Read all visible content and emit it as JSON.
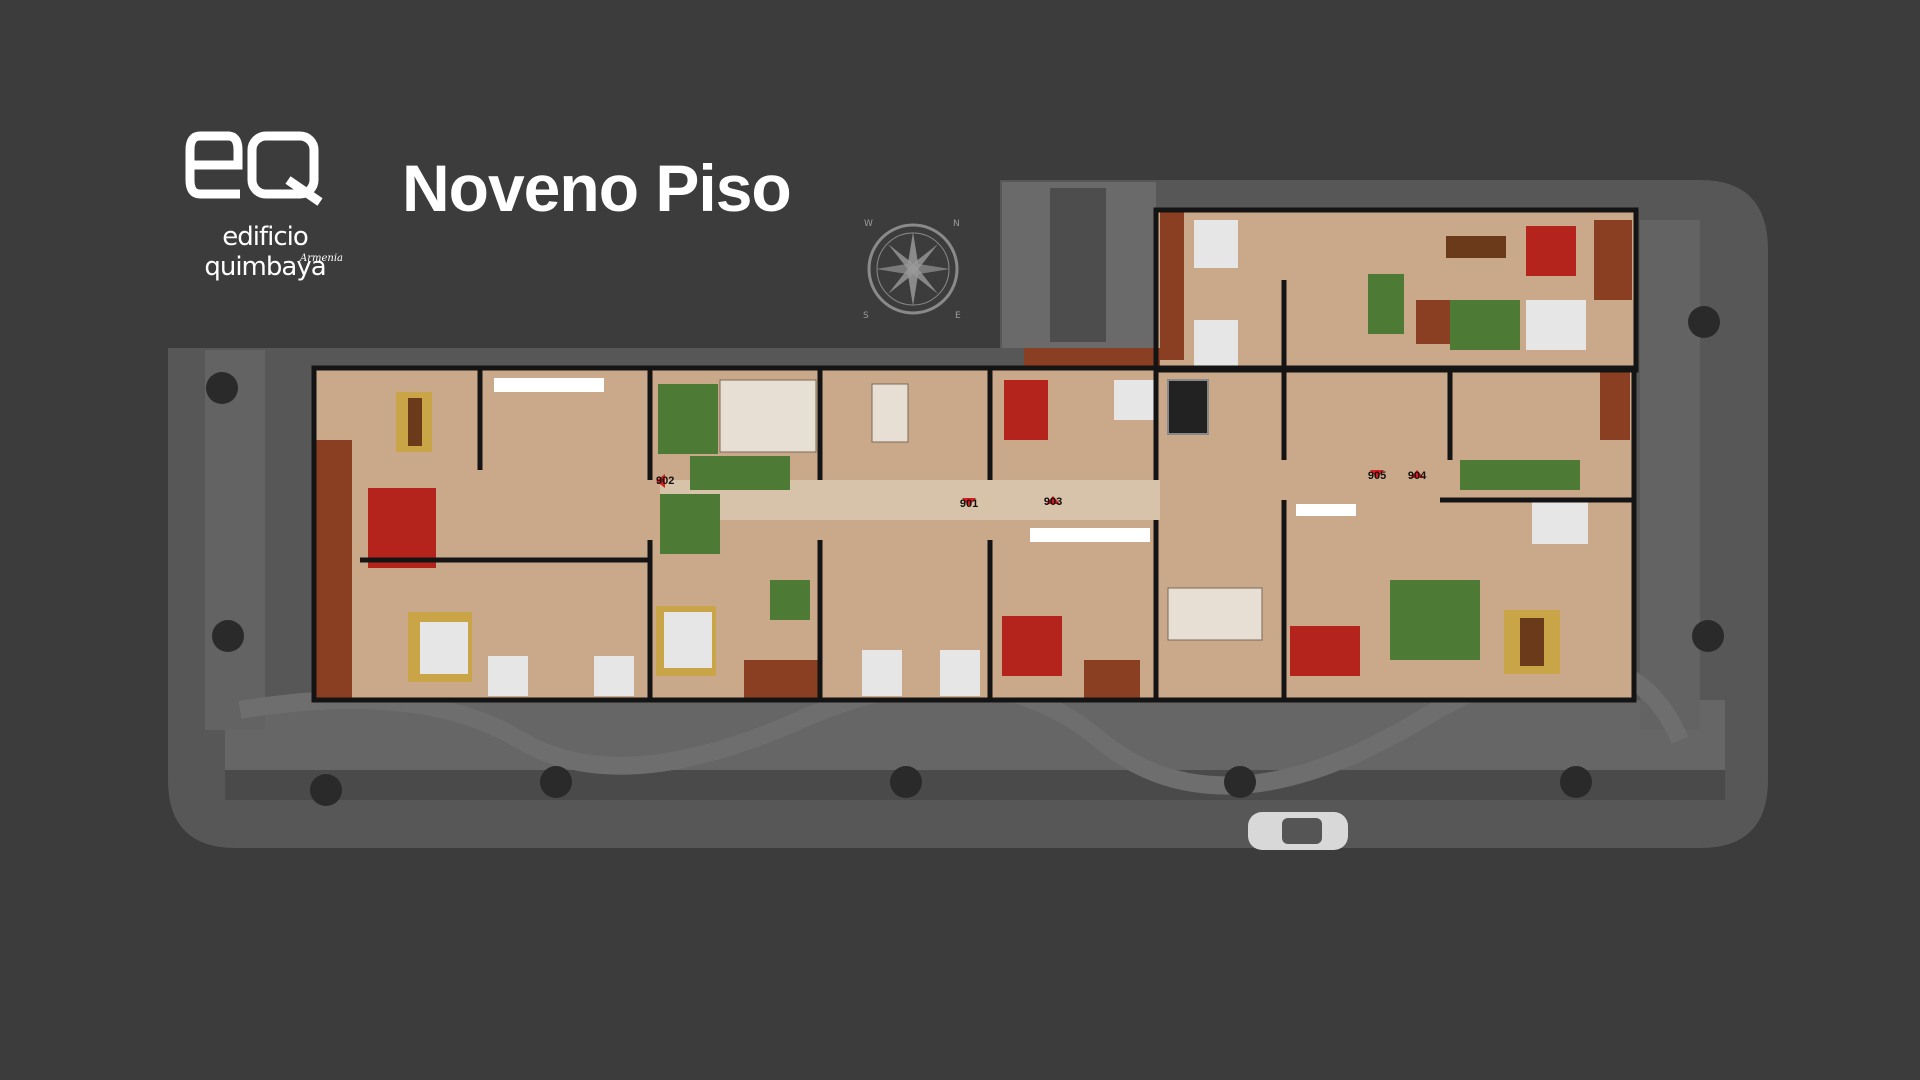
{
  "brand": {
    "name": "edificio quimbaya",
    "city": "Armenia",
    "logo_letters": "eQ"
  },
  "title": "Noveno Piso",
  "compass": {
    "icon": "compass-rose-icon",
    "directions": [
      "N",
      "E",
      "S",
      "W"
    ]
  },
  "units": [
    {
      "id": "901",
      "marker": "down"
    },
    {
      "id": "902",
      "marker": "left"
    },
    {
      "id": "903",
      "marker": "up"
    },
    {
      "id": "904",
      "marker": "up"
    },
    {
      "id": "905",
      "marker": "down"
    }
  ],
  "colors": {
    "background": "#3c3c3c",
    "site": "#555555",
    "floor_wood": "#c9a98a",
    "walls": "#111111",
    "marker": "#d61c1c",
    "rug_red": "#b5241c",
    "rug_gold": "#c9a548"
  }
}
